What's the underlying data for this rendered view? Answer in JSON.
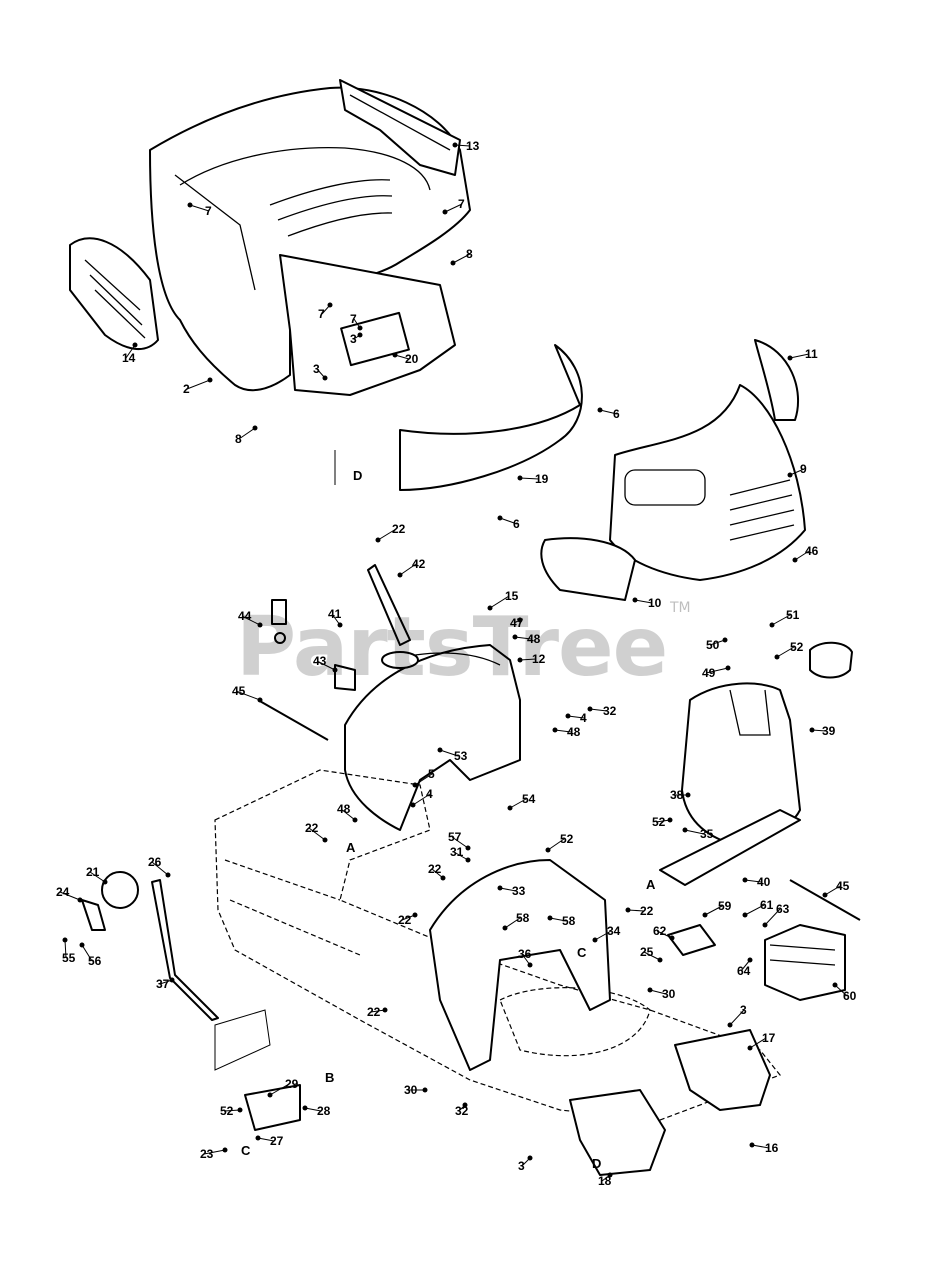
{
  "watermark": {
    "text": "PartsTree",
    "trademark": "TM"
  },
  "callouts": [
    {
      "id": "c13",
      "label": "13"
    },
    {
      "id": "c7a",
      "label": "7"
    },
    {
      "id": "c7b",
      "label": "7"
    },
    {
      "id": "c8a",
      "label": "8"
    },
    {
      "id": "c14",
      "label": "14"
    },
    {
      "id": "c7c",
      "label": "7"
    },
    {
      "id": "c7d",
      "label": "7"
    },
    {
      "id": "c3a",
      "label": "3"
    },
    {
      "id": "c20",
      "label": "20"
    },
    {
      "id": "c3b",
      "label": "3"
    },
    {
      "id": "c2",
      "label": "2"
    },
    {
      "id": "c8b",
      "label": "8"
    },
    {
      "id": "c11",
      "label": "11"
    },
    {
      "id": "c6a",
      "label": "6"
    },
    {
      "id": "c9",
      "label": "9"
    },
    {
      "id": "c19",
      "label": "19"
    },
    {
      "id": "c6b",
      "label": "6"
    },
    {
      "id": "c46",
      "label": "46"
    },
    {
      "id": "c10",
      "label": "10"
    },
    {
      "id": "c22a",
      "label": "22"
    },
    {
      "id": "c42",
      "label": "42"
    },
    {
      "id": "c44",
      "label": "44"
    },
    {
      "id": "c41",
      "label": "41"
    },
    {
      "id": "c15",
      "label": "15"
    },
    {
      "id": "c47",
      "label": "47"
    },
    {
      "id": "c48a",
      "label": "48"
    },
    {
      "id": "c12",
      "label": "12"
    },
    {
      "id": "c43",
      "label": "43"
    },
    {
      "id": "c51",
      "label": "51"
    },
    {
      "id": "c50",
      "label": "50"
    },
    {
      "id": "c52a",
      "label": "52"
    },
    {
      "id": "c49",
      "label": "49"
    },
    {
      "id": "c45a",
      "label": "45"
    },
    {
      "id": "c4a",
      "label": "4"
    },
    {
      "id": "c32a",
      "label": "32"
    },
    {
      "id": "c48b",
      "label": "48"
    },
    {
      "id": "c39",
      "label": "39"
    },
    {
      "id": "c53",
      "label": "53"
    },
    {
      "id": "c5",
      "label": "5"
    },
    {
      "id": "c4b",
      "label": "4"
    },
    {
      "id": "c38",
      "label": "38"
    },
    {
      "id": "c48c",
      "label": "48"
    },
    {
      "id": "c54",
      "label": "54"
    },
    {
      "id": "c52b",
      "label": "52"
    },
    {
      "id": "c35",
      "label": "35"
    },
    {
      "id": "c22b",
      "label": "22"
    },
    {
      "id": "c57",
      "label": "57"
    },
    {
      "id": "c31",
      "label": "31"
    },
    {
      "id": "c52c",
      "label": "52"
    },
    {
      "id": "c26",
      "label": "26"
    },
    {
      "id": "c21",
      "label": "21"
    },
    {
      "id": "c22c",
      "label": "22"
    },
    {
      "id": "c33",
      "label": "33"
    },
    {
      "id": "c40",
      "label": "40"
    },
    {
      "id": "c24",
      "label": "24"
    },
    {
      "id": "c22d",
      "label": "22"
    },
    {
      "id": "c58a",
      "label": "58"
    },
    {
      "id": "c58b",
      "label": "58"
    },
    {
      "id": "c22e",
      "label": "22"
    },
    {
      "id": "c45b",
      "label": "45"
    },
    {
      "id": "c59",
      "label": "59"
    },
    {
      "id": "c61",
      "label": "61"
    },
    {
      "id": "c63",
      "label": "63"
    },
    {
      "id": "c55",
      "label": "55"
    },
    {
      "id": "c56",
      "label": "56"
    },
    {
      "id": "c34",
      "label": "34"
    },
    {
      "id": "c62",
      "label": "62"
    },
    {
      "id": "c25",
      "label": "25"
    },
    {
      "id": "c36",
      "label": "36"
    },
    {
      "id": "c64",
      "label": "64"
    },
    {
      "id": "c37",
      "label": "37"
    },
    {
      "id": "c30a",
      "label": "30"
    },
    {
      "id": "c60",
      "label": "60"
    },
    {
      "id": "c22f",
      "label": "22"
    },
    {
      "id": "c3c",
      "label": "3"
    },
    {
      "id": "c17",
      "label": "17"
    },
    {
      "id": "c30b",
      "label": "30"
    },
    {
      "id": "c29",
      "label": "29"
    },
    {
      "id": "c52d",
      "label": "52"
    },
    {
      "id": "c28",
      "label": "28"
    },
    {
      "id": "c32b",
      "label": "32"
    },
    {
      "id": "c27",
      "label": "27"
    },
    {
      "id": "c23",
      "label": "23"
    },
    {
      "id": "c16",
      "label": "16"
    },
    {
      "id": "c3d",
      "label": "3"
    },
    {
      "id": "c18",
      "label": "18"
    }
  ],
  "reference_letters": [
    {
      "id": "lD1",
      "label": "D"
    },
    {
      "id": "lA1",
      "label": "A"
    },
    {
      "id": "lC1",
      "label": "C"
    },
    {
      "id": "lA2",
      "label": "A"
    },
    {
      "id": "lB",
      "label": "B"
    },
    {
      "id": "lC2",
      "label": "C"
    },
    {
      "id": "lD2",
      "label": "D"
    }
  ]
}
